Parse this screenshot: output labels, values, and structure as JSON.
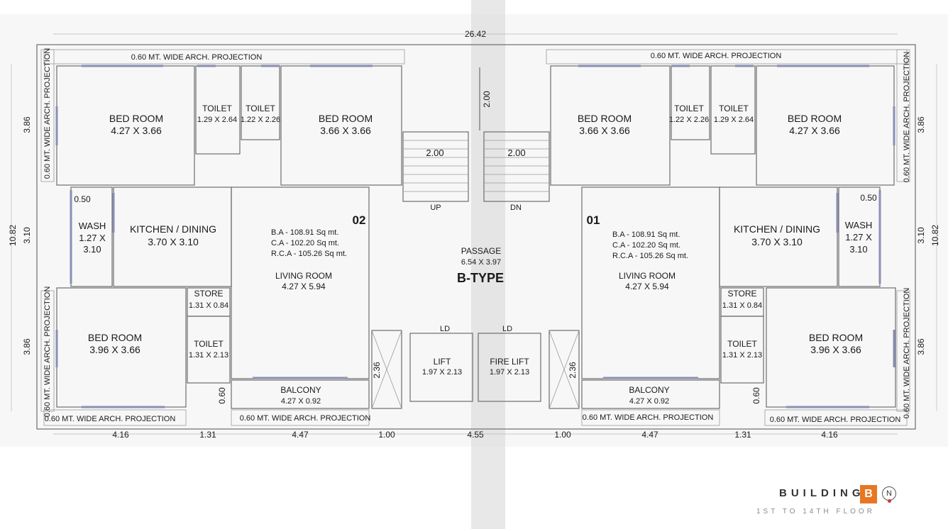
{
  "plan": {
    "overall_width": "26.42",
    "overall_depth": "10.82",
    "type_label": "B-TYPE",
    "flat_left": "02",
    "flat_right": "01",
    "core": {
      "passage_name": "PASSAGE",
      "passage_size": "6.54 X 3.97",
      "stair_width_left": "2.00",
      "stair_width_right": "2.00",
      "stair_top": "2.00",
      "up": "UP",
      "dn": "DN",
      "lift_name": "LIFT",
      "lift_size": "1.97 X 2.13",
      "fire_lift_name": "FIRE LIFT",
      "fire_lift_size": "1.97 X 2.13",
      "ld_left": "LD",
      "ld_right": "LD",
      "duct_left": "2.36",
      "duct_right": "2.36",
      "passage_width": "4.55"
    },
    "rooms": {
      "bed1_name": "BED ROOM",
      "bed1_size_a": "4.27 X 3.66",
      "bed1_size_b": "3.66 X 3.66",
      "bed2_name": "BED ROOM",
      "bed2_size": "3.96 X 3.66",
      "toilet_a_name": "TOILET",
      "toilet_a_size": "1.29 X 2.64",
      "toilet_b_name": "TOILET",
      "toilet_b_size": "1.22 X 2.26",
      "toilet_c_name": "TOILET",
      "toilet_c_size": "1.31 X 2.13",
      "wash_name": "WASH",
      "wash_size_1": "1.27 X",
      "wash_size_2": "3.10",
      "kitchen_name": "KITCHEN / DINING",
      "kitchen_size": "3.70 X 3.10",
      "store_name": "STORE",
      "store_size": "1.31 X 0.84",
      "living_name": "LIVING ROOM",
      "living_size": "4.27 X 5.94",
      "balcony_name": "BALCONY",
      "balcony_size": "4.27 X 0.92",
      "ba": "B.A    - 108.91 Sq mt.",
      "ca": "C.A    - 102.20 Sq mt.",
      "rca": "R.C.A -  105.26 Sq mt."
    },
    "projection": "0.60 MT. WIDE ARCH. PROJECTION",
    "dims": {
      "d386": "3.86",
      "d310": "3.10",
      "d050": "0.50",
      "d060": "0.60",
      "d416": "4.16",
      "d131": "1.31",
      "d447": "4.47",
      "d100": "1.00"
    }
  },
  "brand": {
    "word": "BUILDING",
    "letter": "B",
    "north": "N",
    "floors": "1ST TO 14TH FLOOR"
  },
  "colors": {
    "accent": "#e87722",
    "flat_number": "#9b1b1b",
    "fire_lift": "#b03030",
    "window": "#8a8fb5"
  }
}
